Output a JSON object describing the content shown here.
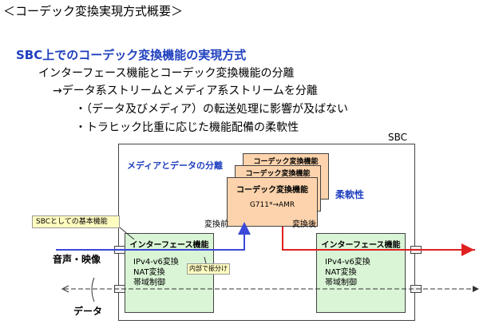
{
  "title": "＜コーデック変換実現方式概要＞",
  "heading": "SBC上でのコーデック変換機能の実現方式",
  "bullets": {
    "l1": "インターフェース機能とコーデック変換機能の分離",
    "l2": "→データ系ストリームとメディア系ストリームを分離",
    "l3": "・（データ及びメディア）の転送処理に影響が及ばない",
    "l4": "・トラヒック比重に応じた機能配備の柔軟性"
  },
  "diagram": {
    "sbc_label": "SBC",
    "separation_label": "メディアとデータの分離",
    "flexibility_label": "柔軟性",
    "codec_label": "コーデック変換機能",
    "codec_conversion": "G711*→AMR",
    "callout_basic": "SBCとしての基本機能",
    "callout_internal": "内部で振分け",
    "interface_title": "インターフェース機能",
    "interface_features": [
      "IPv4-v6変換",
      "NAT変換",
      "帯域制御"
    ],
    "before_label": "変換前",
    "after_label": "変換後",
    "voice_video_label": "音声・映像",
    "data_label": "データ",
    "colors": {
      "accent": "#1f3fbf",
      "codec_fill": "#fcd3ac",
      "interface_fill": "#daf5d6",
      "callout_fill": "#fffcc0",
      "blue_flow": "#3a49d8",
      "red_flow": "#e02020"
    }
  }
}
